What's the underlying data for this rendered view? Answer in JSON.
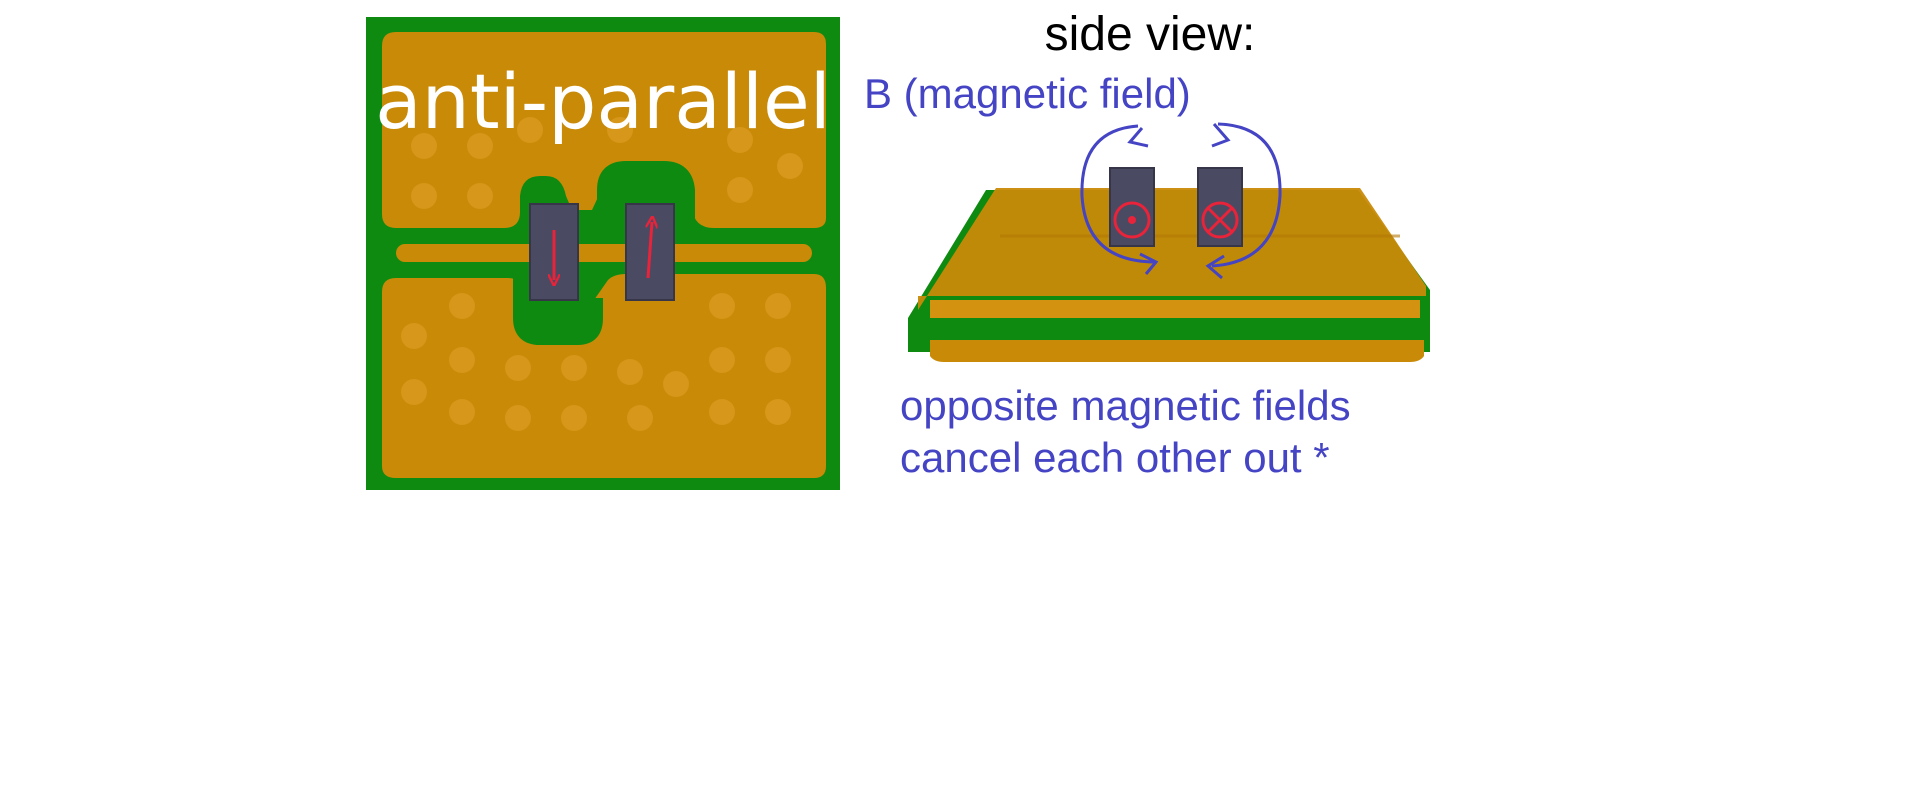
{
  "top_view": {
    "title": "anti-parallel",
    "inductor_left_arrow": "down",
    "inductor_right_arrow": "up"
  },
  "side_view": {
    "title": "side view:",
    "field_label": "B (magnetic field)",
    "left_current_symbol": "out-of-page",
    "right_current_symbol": "into-page",
    "caption_line1": "opposite magnetic fields",
    "caption_line2": "cancel each other out *"
  },
  "colors": {
    "pcb_green": "#0f8a10",
    "copper": "#c98a08",
    "pad_dot": "#d99a1e",
    "component": "#4a4a62",
    "current_red": "#e8233a",
    "field_blue": "#4444c4",
    "text_black": "#000000"
  }
}
